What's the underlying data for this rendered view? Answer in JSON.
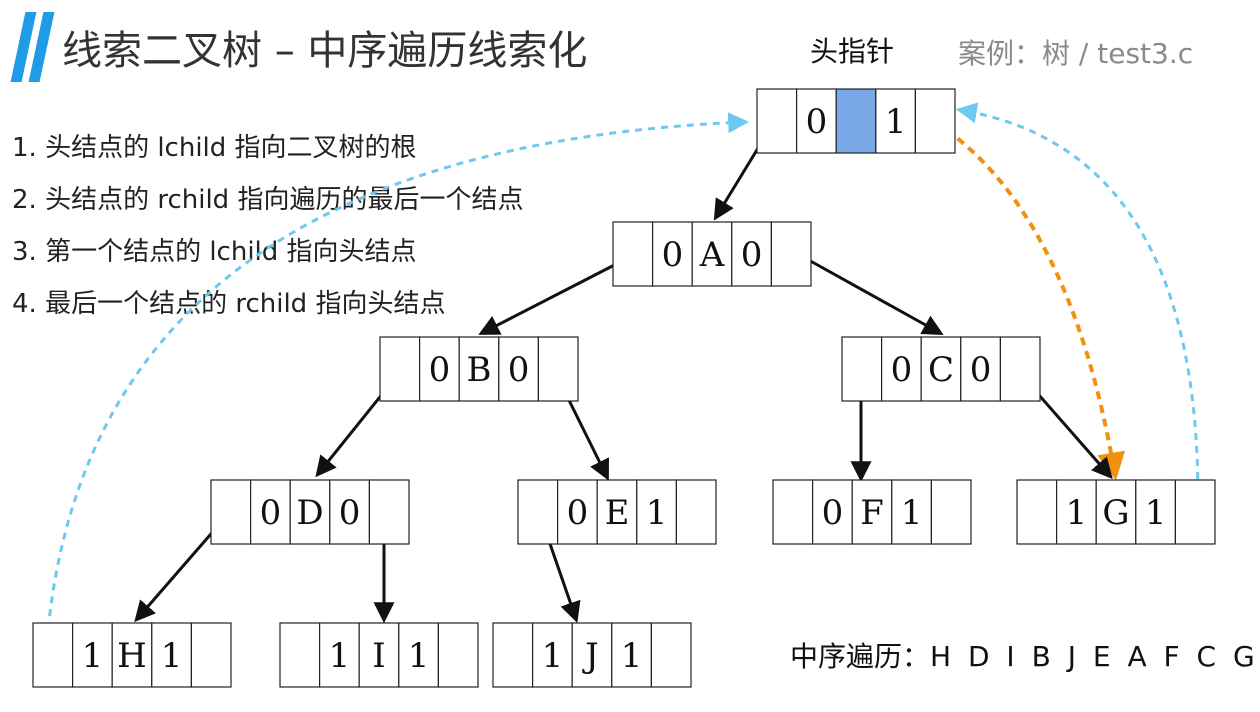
{
  "title": "线索二叉树 – 中序遍历线索化",
  "head_pointer_label": "头指针",
  "case_label": "案例：树 / test3.c",
  "rules": [
    "1. 头结点的 lchild 指向二叉树的根",
    "2. 头结点的 rchild 指向遍历的最后一个结点",
    "3. 第一个结点的 lchild 指向头结点",
    "4. 最后一个结点的 rchild 指向头结点"
  ],
  "inorder": {
    "label": "中序遍历：",
    "sequence": "H D I B J E A F C G"
  },
  "colors": {
    "accent": "#1f9be8",
    "thread_blue": "#6ec9f0",
    "thread_orange": "#f0920f",
    "head_highlight": "#78a8e8"
  },
  "nodes": [
    {
      "id": "head",
      "cells": [
        "",
        "0",
        "",
        "1",
        ""
      ],
      "highlight_index": 2
    },
    {
      "id": "A",
      "cells": [
        "",
        "0",
        "A",
        "0",
        ""
      ]
    },
    {
      "id": "B",
      "cells": [
        "",
        "0",
        "B",
        "0",
        ""
      ]
    },
    {
      "id": "C",
      "cells": [
        "",
        "0",
        "C",
        "0",
        ""
      ]
    },
    {
      "id": "D",
      "cells": [
        "",
        "0",
        "D",
        "0",
        ""
      ]
    },
    {
      "id": "E",
      "cells": [
        "",
        "0",
        "E",
        "1",
        ""
      ]
    },
    {
      "id": "F",
      "cells": [
        "",
        "0",
        "F",
        "1",
        ""
      ]
    },
    {
      "id": "G",
      "cells": [
        "",
        "1",
        "G",
        "1",
        ""
      ]
    },
    {
      "id": "H",
      "cells": [
        "",
        "1",
        "H",
        "1",
        ""
      ]
    },
    {
      "id": "I",
      "cells": [
        "",
        "1",
        "I",
        "1",
        ""
      ]
    },
    {
      "id": "J",
      "cells": [
        "",
        "1",
        "J",
        "1",
        ""
      ]
    }
  ]
}
